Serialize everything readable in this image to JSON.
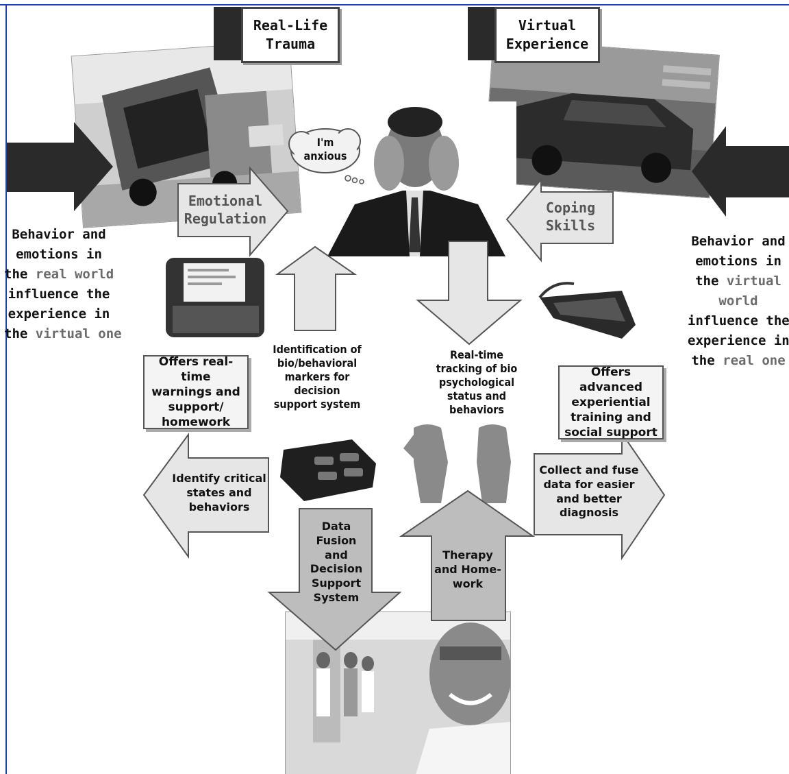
{
  "labels": {
    "real_life": "Real-Life\nTrauma",
    "virtual": "Virtual\nExperience"
  },
  "thought_bubble": "I'm\nanxious",
  "left_side_text": {
    "line1": "Behavior and",
    "line2": "emotions in",
    "line3_a": "the ",
    "line3_b": "real world",
    "line4": "influence the",
    "line5": "experience in",
    "line6_a": "the ",
    "line6_b": "virtual one"
  },
  "right_side_text": {
    "line1": "Behavior and",
    "line2": "emotions in",
    "line3_a": "the ",
    "line3_b": "virtual",
    "line4": "world",
    "line5": "influence the",
    "line6": "experience in",
    "line7_a": "the ",
    "line7_b": "real one"
  },
  "arrows": {
    "emotional_regulation": "Emotional\nRegulation",
    "coping_skills": "Coping\nSkills",
    "identify_critical": "Identify critical\nstates and\nbehaviors",
    "collect_fuse": "Collect and fuse\ndata for easier\nand better\ndiagnosis",
    "data_fusion": "Data Fusion\nand\nDecision\nSupport\nSystem",
    "therapy": "Therapy\nand Home-\nwork"
  },
  "boxes": {
    "offers_realtime": "Offers real-time\nwarnings and\nsupport/\nhomework",
    "offers_advanced": "Offers advanced\nexperiential\ntraining and\nsocial support"
  },
  "captions": {
    "identification": "Identification of\nbio/behavioral\nmarkers for\ndecision\nsupport system",
    "realtime_tracking": "Real-time\ntracking of bio\npsychological\nstatus and\nbehaviors"
  },
  "colors": {
    "frame": "#1f3fbf",
    "arrow_fill": "#e6e6e6",
    "arrow_stroke": "#555555",
    "dark_arrow": "#2a2a2a"
  }
}
